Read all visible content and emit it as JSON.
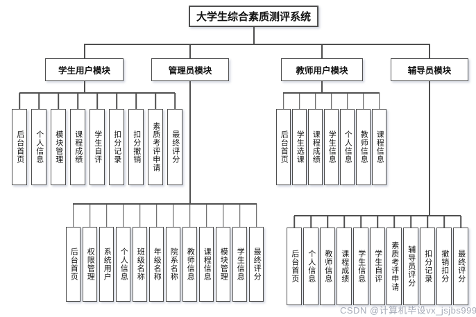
{
  "diagram": {
    "title": "大学生综合素质测评系统",
    "modules": [
      {
        "label": "学生用户模块",
        "children": [
          "后台首页",
          "个人信息",
          "模块管理",
          "课程成绩",
          "学生自评",
          "扣分记录",
          "扣分撤销",
          "素质考评申请",
          "最终评分"
        ]
      },
      {
        "label": "管理员模块",
        "children": [
          "后台首页",
          "权限管理",
          "系统用户",
          "个人信息",
          "班级名称",
          "年级名称",
          "院系名称",
          "教师信息",
          "课程信息",
          "模块管理",
          "学生信息",
          "最终评分"
        ]
      },
      {
        "label": "教师用户模块",
        "children": [
          "后台首页",
          "学生选课",
          "课程成绩",
          "学生信息",
          "个人信息",
          "教师信息",
          "课程信息"
        ]
      },
      {
        "label": "辅导员模块",
        "children": [
          "后台首页",
          "个人信息",
          "教师信息",
          "课程成绩",
          "学生信息",
          "学生自评",
          "素质考评申请",
          "辅导员评分",
          "扣分记录",
          "撤销扣分",
          "最终评分"
        ]
      }
    ]
  },
  "watermark": "CSDN @计算机毕设vx_jsjbs999"
}
